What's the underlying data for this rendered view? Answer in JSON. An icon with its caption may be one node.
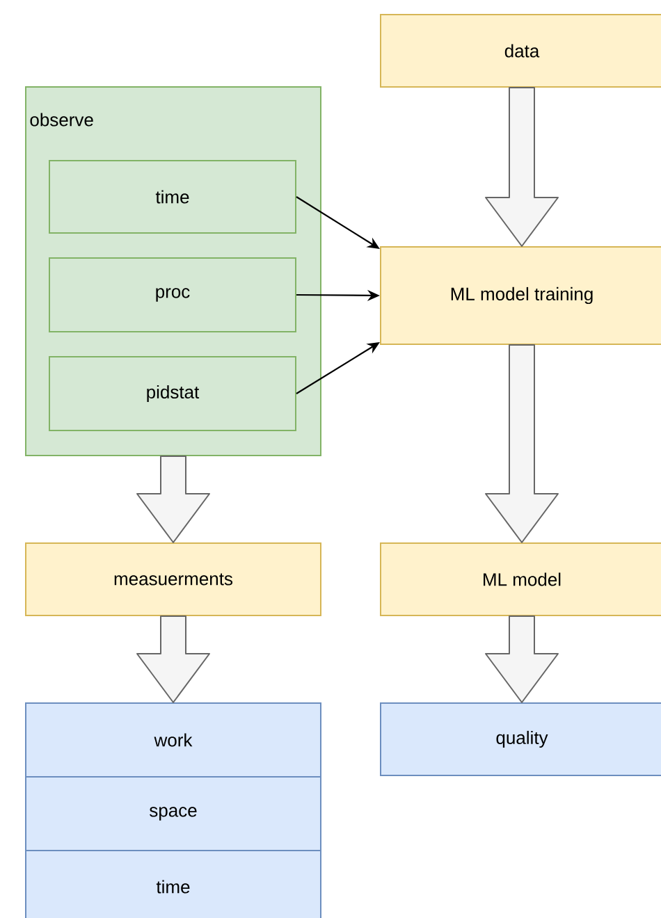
{
  "diagram": {
    "nodes": [
      {
        "text": [
          "data"
        ]
      },
      {
        "text": [
          "observe"
        ]
      },
      {
        "text": [
          "time"
        ],
        "in": 1
      },
      {
        "text": [
          "proc"
        ],
        "in": 1
      },
      {
        "text": [
          "pidstat"
        ],
        "in": 1
      },
      {
        "text": [
          "ML model training"
        ]
      },
      {
        "text": [
          "measuerments"
        ]
      },
      {
        "text": [
          "ML model"
        ]
      },
      {
        "text": [
          "work"
        ]
      },
      {
        "text": [
          "space"
        ]
      },
      {
        "text": [
          "time"
        ]
      },
      {
        "text": [
          "quality"
        ]
      }
    ],
    "edges": [
      {
        "from": 0,
        "to": 5,
        "arrow": "to",
        "style": "thick"
      },
      {
        "from": 2,
        "to": 5,
        "arrow": "to"
      },
      {
        "from": 3,
        "to": 5,
        "arrow": "to"
      },
      {
        "from": 4,
        "to": 5,
        "arrow": "to"
      },
      {
        "from": 1,
        "to": 6,
        "arrow": "to",
        "style": "thick"
      },
      {
        "from": 5,
        "to": 7,
        "arrow": "to",
        "style": "thick"
      },
      {
        "from": 6,
        "to": 8,
        "arrow": "to",
        "style": "thick"
      },
      {
        "from": 7,
        "to": 11,
        "arrow": "to",
        "style": "thick"
      }
    ]
  }
}
